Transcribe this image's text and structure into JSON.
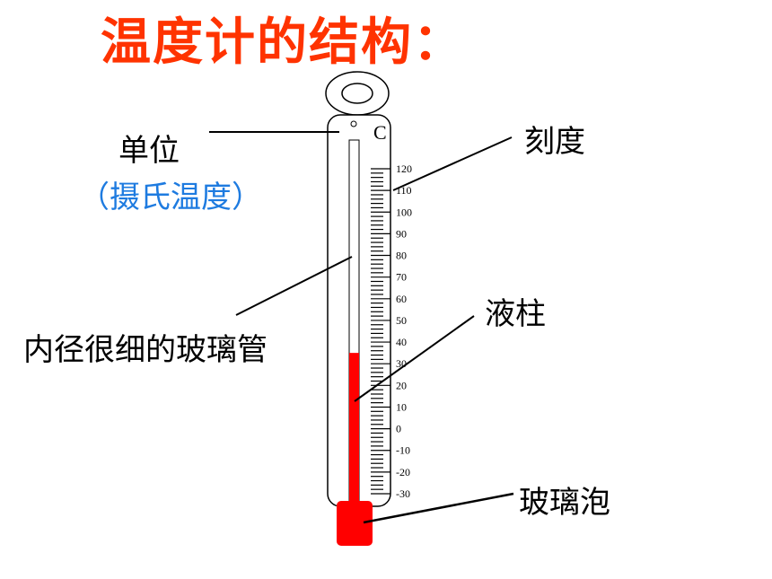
{
  "title": "温度计的结构：",
  "labels": {
    "unit": "单位",
    "unit_note": "（摄氏温度）",
    "tube": "内径很细的玻璃管",
    "scale": "刻度",
    "column": "液柱",
    "bulb": "玻璃泡"
  },
  "unit_symbol": "C",
  "scale": {
    "min": -30,
    "max": 120,
    "major_step": 10,
    "minor_per_major": 5,
    "tick_labels": [
      "120",
      "110",
      "100",
      "90",
      "80",
      "70",
      "60",
      "50",
      "40",
      "30",
      "20",
      "10",
      "0",
      "-10",
      "-20",
      "-30"
    ]
  },
  "liquid_level": 35,
  "colors": {
    "title": "#ff3300",
    "note": "#1e7be0",
    "liquid": "#ff0000",
    "outline": "#000000"
  }
}
